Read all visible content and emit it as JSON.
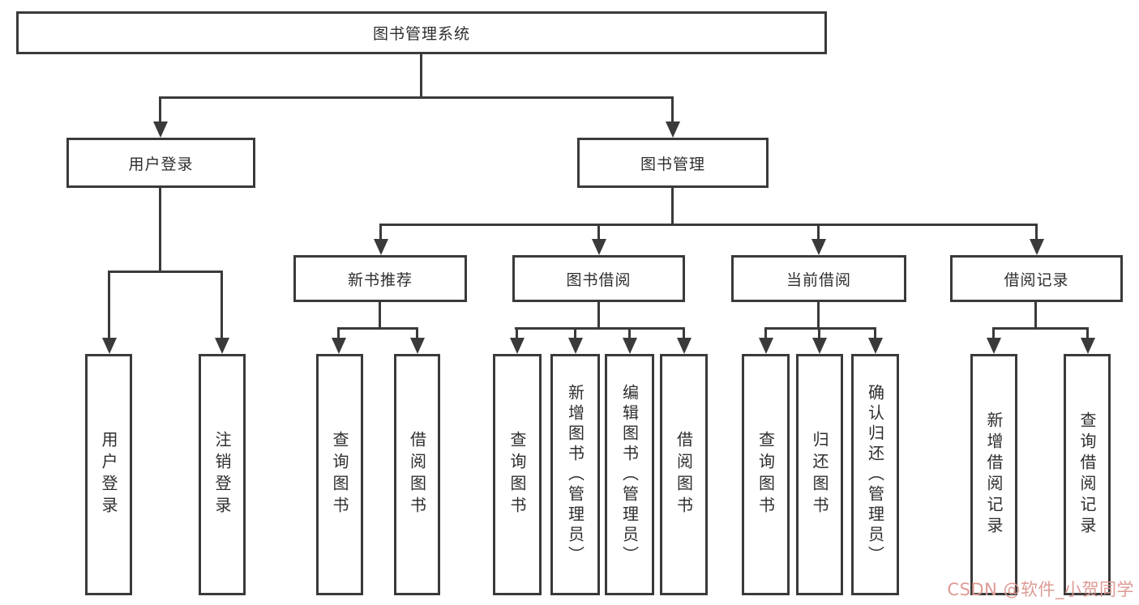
{
  "diagram": {
    "type": "hierarchy-tree",
    "tree": {
      "root": "图书管理系统",
      "branches": [
        {
          "label": "用户登录",
          "children": [
            {
              "label": "用户登录"
            },
            {
              "label": "注销登录"
            }
          ]
        },
        {
          "label": "图书管理",
          "children": [
            {
              "label": "新书推荐",
              "children": [
                {
                  "label": "查询图书"
                },
                {
                  "label": "借阅图书"
                }
              ]
            },
            {
              "label": "图书借阅",
              "children": [
                {
                  "label": "查询图书"
                },
                {
                  "label": "新增图书（管理员）"
                },
                {
                  "label": "编辑图书（管理员）"
                },
                {
                  "label": "借阅图书"
                }
              ]
            },
            {
              "label": "当前借阅",
              "children": [
                {
                  "label": "查询图书"
                },
                {
                  "label": "归还图书"
                },
                {
                  "label": "确认归还（管理员）"
                }
              ]
            },
            {
              "label": "借阅记录",
              "children": [
                {
                  "label": "新增借阅记录"
                },
                {
                  "label": "查询借阅记录"
                }
              ]
            }
          ]
        }
      ]
    },
    "colors": {
      "line": "#3a3a3a",
      "text": "#2e2e2e",
      "background": "#ffffff",
      "watermark": "#dd9b95"
    }
  },
  "watermark": {
    "text": "CSDN @软件_小贺同学"
  }
}
